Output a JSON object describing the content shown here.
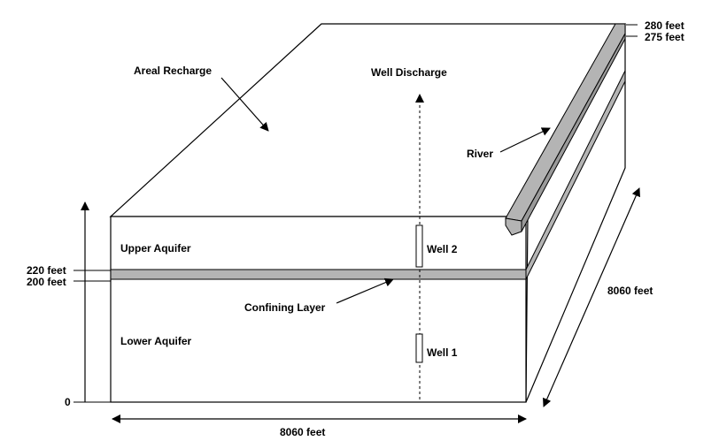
{
  "labels": {
    "areal_recharge": "Areal Recharge",
    "well_discharge": "Well Discharge",
    "river": "River",
    "upper_aquifer": "Upper Aquifer",
    "lower_aquifer": "Lower Aquifer",
    "confining_layer": "Confining Layer",
    "well_2": "Well 2",
    "well_1": "Well 1",
    "width": "8060 feet",
    "depth": "8060 feet"
  },
  "elevations": {
    "top_280": "280 feet",
    "top_275": "275 feet",
    "e220": "220 feet",
    "e200": "200 feet",
    "e0": "0"
  },
  "colors": {
    "layer_fill": "#b4b4b4",
    "line": "#000000",
    "background": "#ffffff"
  }
}
